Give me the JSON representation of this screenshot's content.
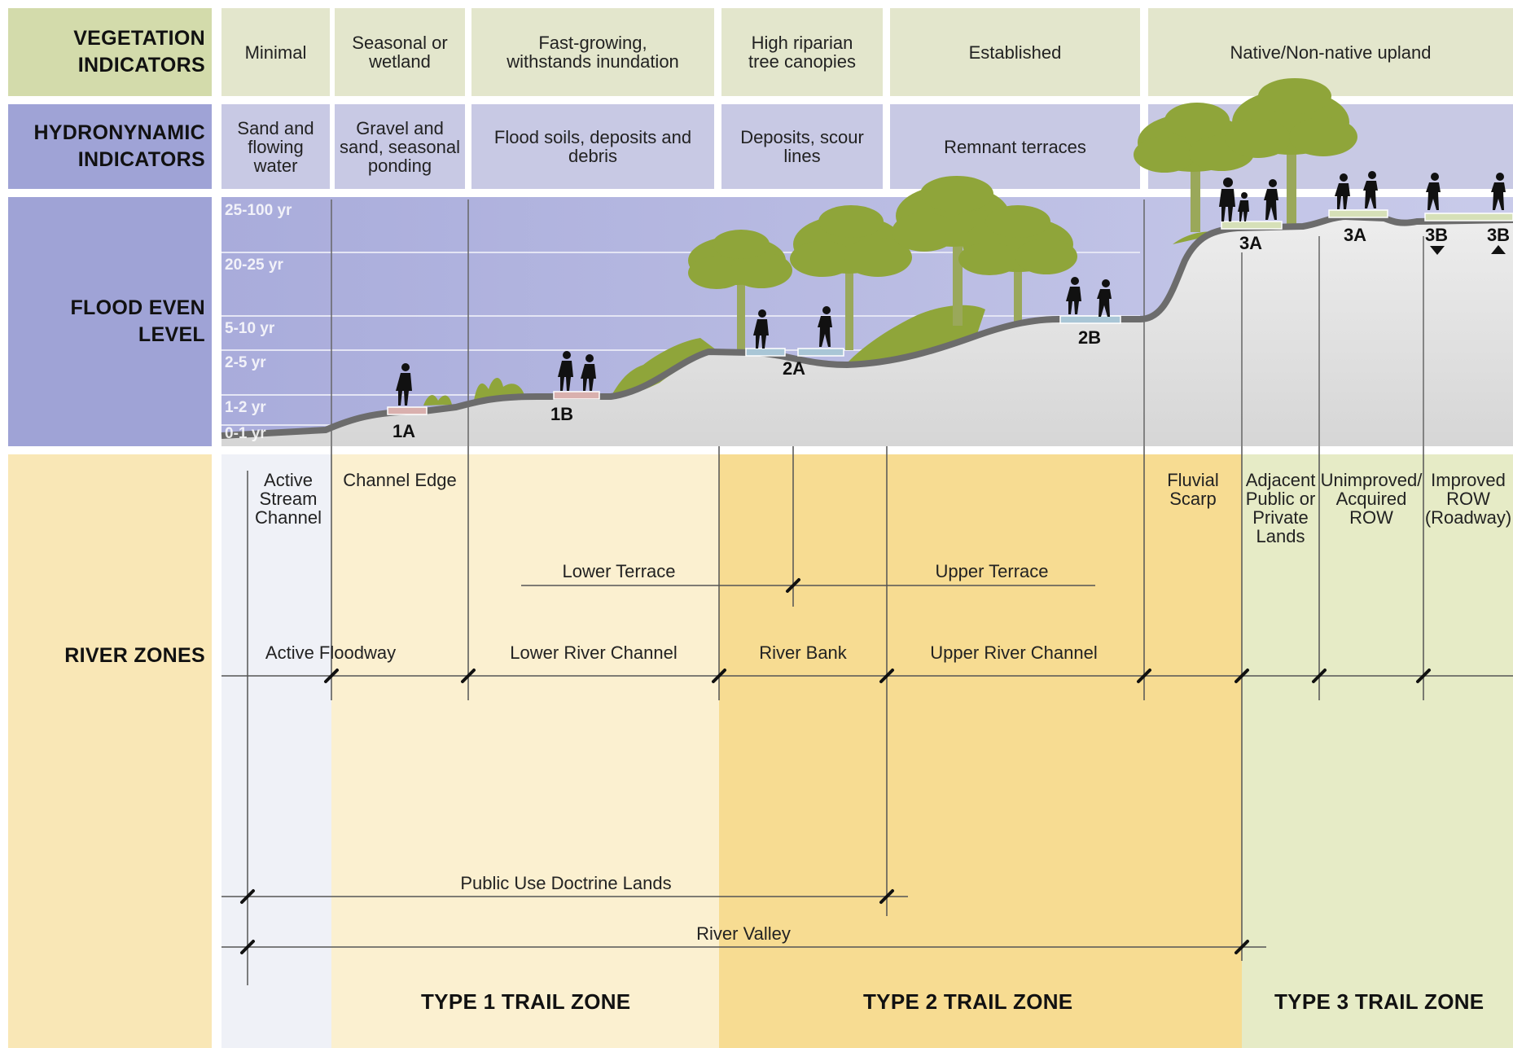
{
  "row_headers": {
    "vegetation": [
      "VEGETATION",
      "INDICATORS"
    ],
    "hydrodynamic": [
      "HYDRONYNAMIC",
      "INDICATORS"
    ],
    "flood": [
      "FLOOD EVEN",
      "LEVEL"
    ],
    "river_zones": "RIVER ZONES"
  },
  "vegetation_indicators": [
    [
      "Minimal"
    ],
    [
      "Seasonal or",
      "wetland"
    ],
    [
      "Fast-growing,",
      "withstands inundation"
    ],
    [
      "High riparian",
      "tree canopies"
    ],
    [
      "Established"
    ],
    [
      "Native/Non-native upland"
    ]
  ],
  "hydrodynamic_indicators": [
    [
      "Sand and",
      "flowing",
      "water"
    ],
    [
      "Gravel and",
      "sand, seasonal",
      "ponding"
    ],
    [
      "Flood soils, deposits and",
      "debris"
    ],
    [
      "Deposits, scour",
      "lines"
    ],
    [
      "Remnant terraces"
    ]
  ],
  "flood_levels": [
    "25-100 yr",
    "20-25 yr",
    "5-10 yr",
    "2-5 yr",
    "1-2 yr",
    "0-1 yr"
  ],
  "trail_markers": [
    "1A",
    "1B",
    "2A",
    "2B",
    "3A",
    "3A",
    "3B",
    "3B"
  ],
  "zone_columns": [
    [
      "Active",
      "Stream",
      "Channel"
    ],
    [
      "Channel Edge"
    ],
    [
      "Fluvial",
      "Scarp"
    ],
    [
      "Adjacent",
      "Public or",
      "Private",
      "Lands"
    ],
    [
      "Unimproved/",
      "Acquired",
      "ROW"
    ],
    [
      "Improved",
      "ROW",
      "(Roadway)"
    ]
  ],
  "terraces": {
    "lower": "Lower Terrace",
    "upper": "Upper Terrace"
  },
  "river_zone_labels": [
    "Active Floodway",
    "Lower River Channel",
    "River Bank",
    "Upper River Channel"
  ],
  "extents": {
    "public_use": "Public Use Doctrine Lands",
    "river_valley": "River Valley"
  },
  "trail_zones": [
    "TYPE 1 TRAIL ZONE",
    "TYPE 2 TRAIL ZONE",
    "TYPE 3 TRAIL ZONE"
  ],
  "colors": {
    "vegetation_bg": "#e3e6cc",
    "hydrodynamic_bg": "#c8c9e4",
    "flood_bg": "#aeb0dc",
    "type1": "#fbf0d0",
    "type2": "#f7dc92",
    "type3": "#e6ebc6",
    "tree": "#8fa53a",
    "ground": "#6c6c6c"
  }
}
